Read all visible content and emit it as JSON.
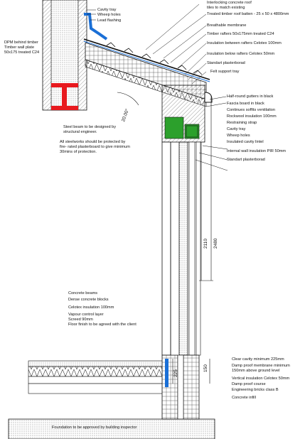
{
  "labels_top_left": {
    "cavity_tray": "Cavity tray",
    "wheep_holes": "Wheep holes",
    "lead_flashing": "Lead flashing",
    "dpm_1": "DPM behind timber",
    "dpm_2": "Timber wall plate",
    "dpm_3": "50x175 treated C24"
  },
  "labels_roof": {
    "tiles_1": "Interlocking concrete roof",
    "tiles_2": "tiles to match existing",
    "batten": "Treated timber roof batten - 25 x 50 x 4800mm",
    "membrane": "Breathable membrane",
    "rafters": "Timber rafters 50x175mm treated C24",
    "ins_between": "Insulation between rafters Celotex 100mm",
    "ins_below": "Insulation below rafters Celotex 50mm",
    "plasterboard": "Standart plasterborad",
    "felt": "Felt support tray"
  },
  "labels_eaves": {
    "gutter": "Half-round gutters in black",
    "fascia": "Fascia board in black",
    "soffit": "Continues soffits ventilation",
    "rockwool": "Rockwool insulation 100mm",
    "strap": "Restraining strap",
    "cavity_tray": "Cavity tray",
    "wheep": "Wheep holes",
    "lintel": "Insulated cavity lintel",
    "internal_ins": "Internal wall insulation PIR 50mm",
    "plasterboard": "Standart plasterborad"
  },
  "labels_steel": {
    "beam_1": "Steel beam to be designed by",
    "beam_2": "structural engineer.",
    "protect_1": "All steelworks should be protected by",
    "protect_2": "fire- rated plasterboard to give minimum",
    "protect_3": "30mins of protection."
  },
  "labels_floor": {
    "beams": "Concrete beams",
    "blocks": "Dense concrete blocks",
    "celotex": "Celotex insulation 100mm",
    "vapour": "Vapour control layer",
    "screed": "Screed 90mm",
    "finish": "Floor finish to be agreed with the client"
  },
  "labels_base": {
    "clear_cavity": "Clear cavity minimum 225mm",
    "dpm_1": "Damp proof membrane minimum",
    "dpm_2": "150mm above ground level",
    "vertical_ins": "Vertical insulation Celotex 50mm",
    "dpc": "Damp proof course",
    "bricks": "Engineering bricks class B",
    "infill": "Concrete infill",
    "foundation": "Foundation to be approved by building inspector"
  },
  "dimensions": {
    "angle": "20.00°",
    "h1": "2110",
    "h2": "2480",
    "d225": "225",
    "d150": "150"
  },
  "colors": {
    "steel": "#e8191e",
    "flashing": "#1a6fd6",
    "insulation_green": "#2ca02c",
    "line": "#111111"
  }
}
